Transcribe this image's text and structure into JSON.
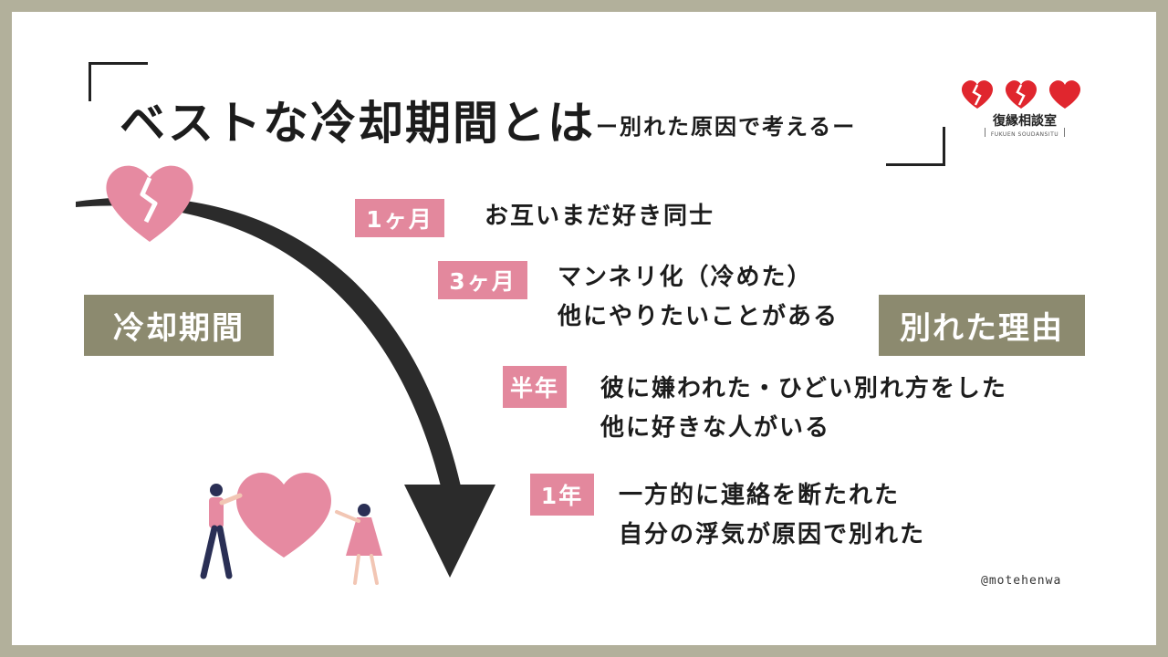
{
  "title": "ベストな冷却期間とは",
  "subtitle": "ー別れた原因で考えるー",
  "logo": {
    "name": "復縁相談室",
    "sub": "FUKUEN SOUDANSITU",
    "heart_color": "#e0262e"
  },
  "labels": {
    "cooling": "冷却期間",
    "reason": "別れた理由"
  },
  "periods": [
    {
      "period": "1ヶ月",
      "reasons": [
        "お互いまだ好き同士"
      ]
    },
    {
      "period": "3ヶ月",
      "reasons": [
        "マンネリ化（冷めた）",
        "他にやりたいことがある"
      ]
    },
    {
      "period": "半年",
      "reasons": [
        "彼に嫌われた・ひどい別れ方をした",
        "他に好きな人がいる"
      ]
    },
    {
      "period": "1年",
      "reasons": [
        "一方的に連絡を断たれた",
        "自分の浮気が原因で別れた"
      ]
    }
  ],
  "handle": "@motehenwa",
  "colors": {
    "background": "#b2b09b",
    "label_bg": "#8c8a6f",
    "period_bg": "#e3889d",
    "heart_pink": "#e68aa1"
  },
  "icons": {
    "broken_heart": "broken-heart-icon",
    "couple": "couple-heart-illustration",
    "arrow": "curved-down-arrow"
  }
}
